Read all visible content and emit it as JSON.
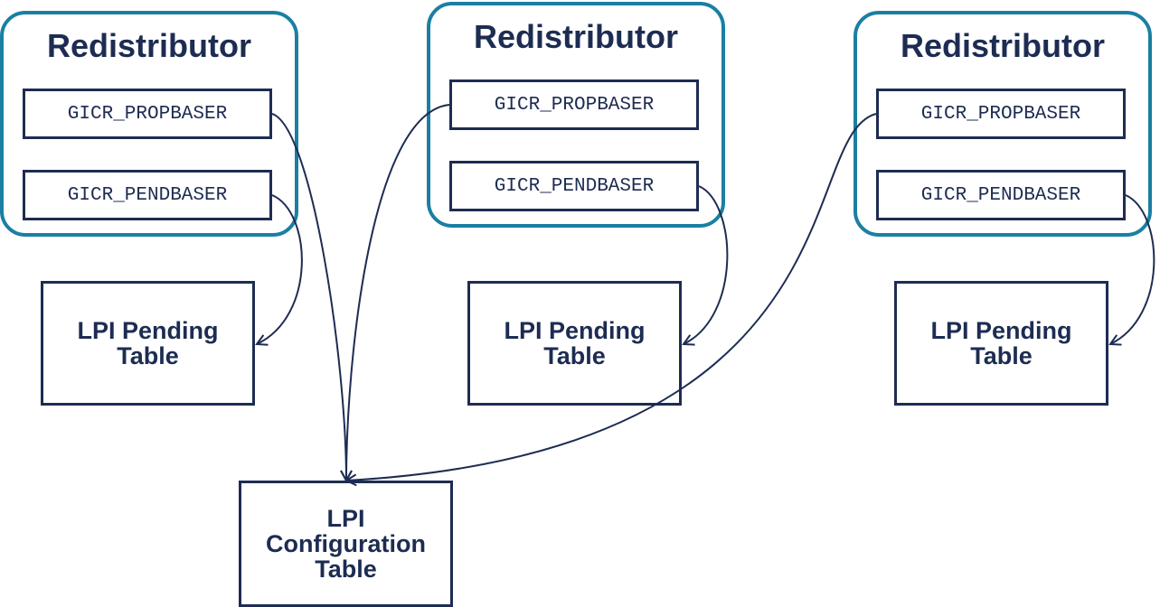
{
  "colors": {
    "redistributor_border": "#1a7fa3",
    "box_border": "#1d2c52",
    "text": "#1d2c52",
    "arrow": "#1d2c52",
    "background": "#ffffff"
  },
  "redistributors": [
    {
      "title": "Redistributor",
      "propbaser": "GICR_PROPBASER",
      "pendbaser": "GICR_PENDBASER",
      "pending_table": "LPI Pending\nTable"
    },
    {
      "title": "Redistributor",
      "propbaser": "GICR_PROPBASER",
      "pendbaser": "GICR_PENDBASER",
      "pending_table": "LPI Pending\nTable"
    },
    {
      "title": "Redistributor",
      "propbaser": "GICR_PROPBASER",
      "pendbaser": "GICR_PENDBASER",
      "pending_table": "LPI Pending\nTable"
    }
  ],
  "configuration_table": "LPI\nConfiguration\nTable"
}
